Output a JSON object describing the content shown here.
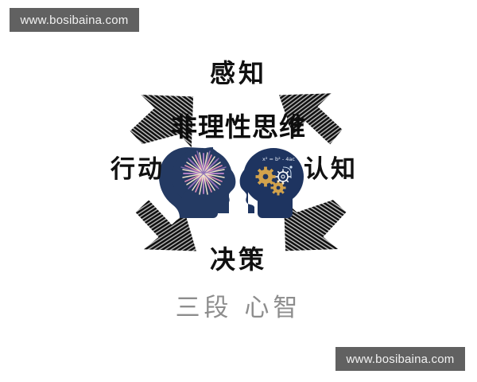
{
  "watermarks": [
    {
      "text": "www.bosibaina.com",
      "position": "top-left"
    },
    {
      "text": "www.bosibaina.com",
      "position": "bottom-right"
    }
  ],
  "diagram": {
    "center_title": "非理性思维",
    "caption": "三段 心智",
    "cycle_labels": {
      "top": "感知",
      "right": "认知",
      "bottom": "决策",
      "left": "行动"
    },
    "arrows": [
      {
        "name": "arrow-perception-to-cognition",
        "from": "感知",
        "to": "认知",
        "direction": "down-right"
      },
      {
        "name": "arrow-cognition-to-decision",
        "from": "认知",
        "to": "决策",
        "direction": "down-left"
      },
      {
        "name": "arrow-decision-to-action",
        "from": "决策",
        "to": "行动",
        "direction": "up-left"
      },
      {
        "name": "arrow-action-to-perception",
        "from": "行动",
        "to": "感知",
        "direction": "up-right"
      }
    ],
    "heads": [
      {
        "name": "head-firework",
        "facing": "right",
        "brain_content": "firework-burst",
        "head_color": "#243a63",
        "accent_colors": [
          "#9b6fb0",
          "#c97ba8",
          "#efe3c8",
          "#7d6aa8"
        ]
      },
      {
        "name": "head-gears",
        "facing": "left",
        "brain_content": "gears-and-formula",
        "formula": "x² = b² - 4ac",
        "head_color": "#1e3460",
        "accent_colors": [
          "#d2a24c",
          "#e8c88a",
          "#ffffff"
        ]
      }
    ]
  },
  "colors": {
    "watermark_bg": "#616161",
    "watermark_text": "#f2f2f2",
    "label_text": "#111111",
    "caption_text": "#8d8d8d",
    "background": "#ffffff",
    "arrow_ink": "#1a1a1a"
  }
}
